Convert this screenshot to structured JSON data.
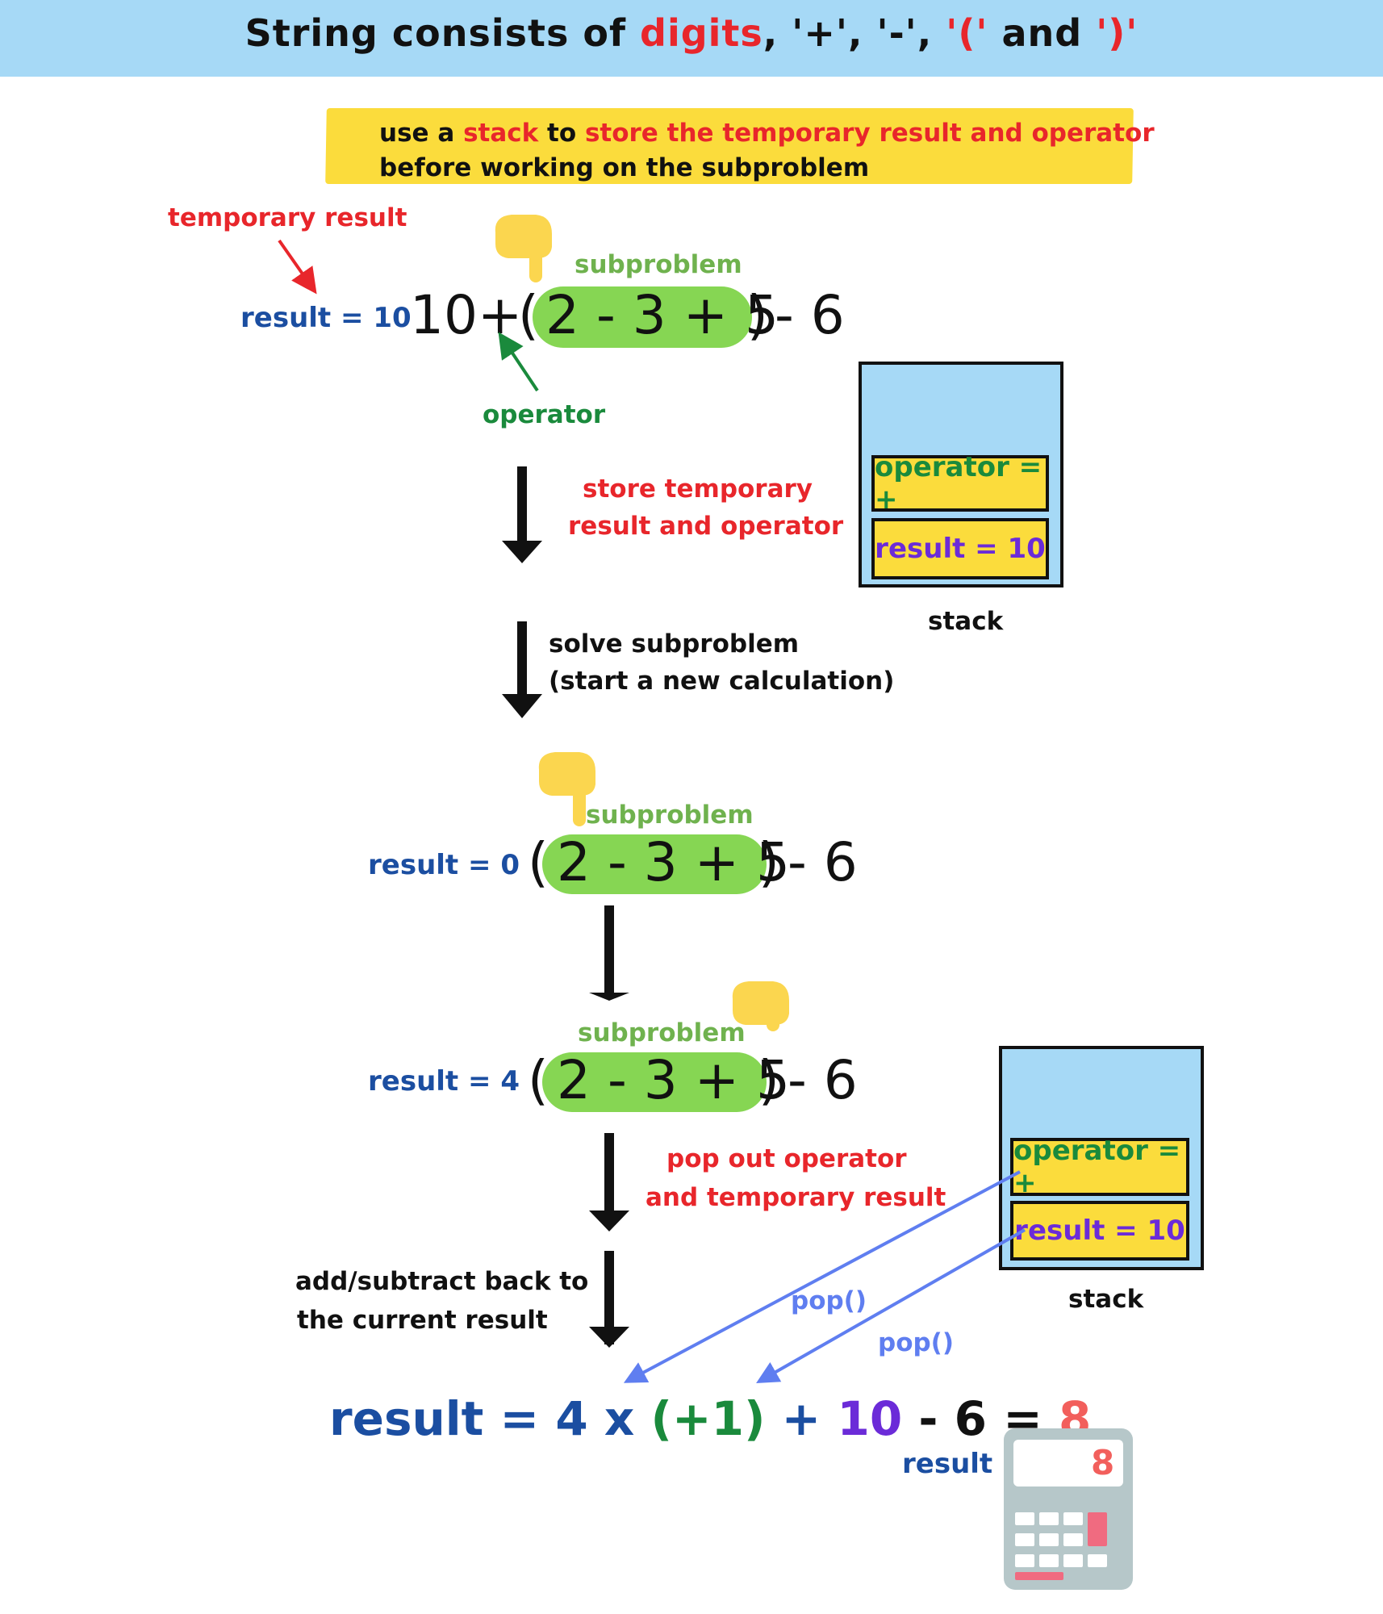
{
  "title": {
    "part1": "String consists of ",
    "digits": "digits",
    "part2": ", '+', '-', ",
    "open": "'('",
    "part3": " and ",
    "close": "')'"
  },
  "banner_note": {
    "line1_a": "use a ",
    "line1_stack": "stack",
    "line1_b": " to ",
    "line1_c": "store the temporary result and operator",
    "line2": "before working on the subproblem"
  },
  "step1": {
    "temp_label": "temporary result",
    "result": "result = 10",
    "expr_ten": "10",
    "expr_plus": "+",
    "expr_open": "(",
    "expr_inner": "2 - 3 + 5",
    "expr_close": ")",
    "expr_tail": "- 6",
    "subproblem": "subproblem",
    "operator_label": "operator"
  },
  "stack1": {
    "operator": "operator = +",
    "result": "result = 10",
    "label": "stack"
  },
  "arrow1_text": {
    "line1": "store temporary",
    "line2": "result and operator"
  },
  "arrow2_text": {
    "line1": "solve subproblem",
    "line2": "(start a new calculation)"
  },
  "step2": {
    "result": "result = 0",
    "subproblem": "subproblem",
    "expr_open": "(",
    "expr_inner": "2 - 3 + 5",
    "expr_close": ")",
    "expr_tail": "- 6"
  },
  "step3": {
    "result": "result = 4",
    "subproblem": "subproblem",
    "expr_open": "(",
    "expr_inner": "2 - 3 + 5",
    "expr_close": ")",
    "expr_tail": "- 6"
  },
  "arrow4_text": {
    "line1": "pop out operator",
    "line2": "and temporary result"
  },
  "arrow5_text": {
    "line1": "add/subtract back to",
    "line2": "the current result"
  },
  "stack2": {
    "operator": "operator = +",
    "result": "result = 10",
    "label": "stack",
    "pop1": "pop()",
    "pop2": "pop()"
  },
  "final": {
    "a": "result = 4 x ",
    "b": "(+1)",
    "c": " + ",
    "d": "10",
    "e": " - 6 = ",
    "f": "8",
    "label": "result",
    "calc_display": "8"
  },
  "colors": {
    "banner": "#a6d9f6",
    "highlight": "#fbdc3c",
    "pill": "#86d653",
    "red": "#e8262b",
    "blue": "#1b4ea1",
    "green": "#1a8a3c",
    "purple": "#6b2bd8",
    "arrow_blue": "#5f7ef0"
  },
  "icons": [
    "pointing-hand-icon",
    "calculator-icon",
    "down-arrow-icon"
  ]
}
